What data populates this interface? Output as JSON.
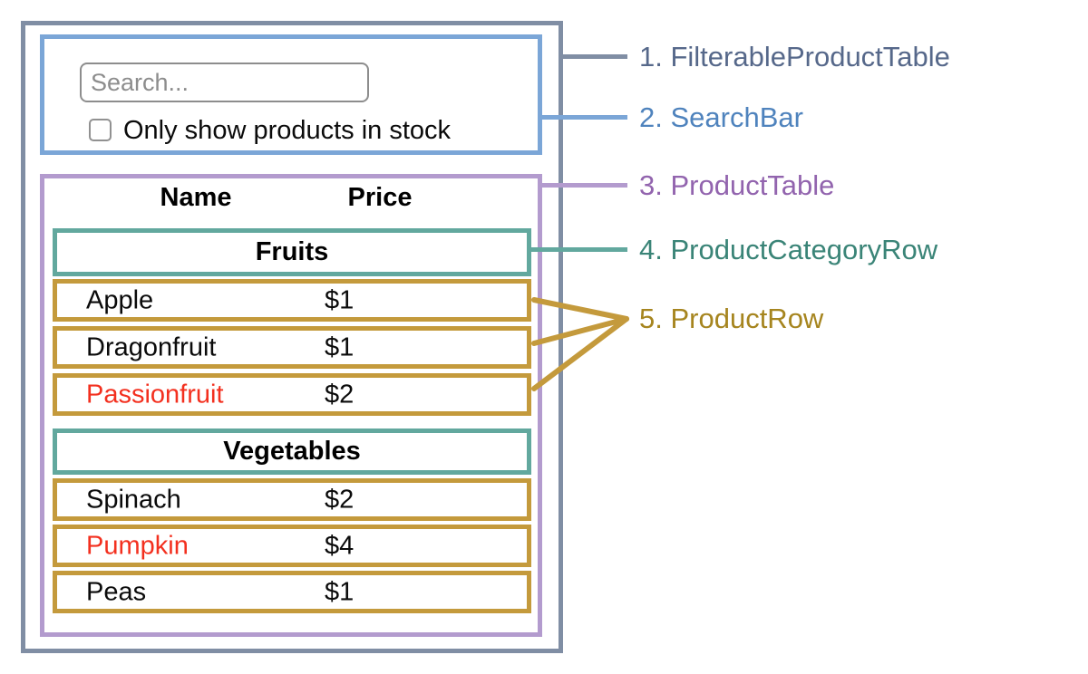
{
  "diagram": {
    "search_bar": {
      "input_placeholder": "Search...",
      "checkbox_label": "Only show products in stock",
      "checkbox_checked": false
    },
    "table": {
      "headers": {
        "name": "Name",
        "price": "Price"
      },
      "sections": [
        {
          "category": "Fruits",
          "rows": [
            {
              "name": "Apple",
              "price": "$1",
              "out_of_stock": false
            },
            {
              "name": "Dragonfruit",
              "price": "$1",
              "out_of_stock": false
            },
            {
              "name": "Passionfruit",
              "price": "$2",
              "out_of_stock": true
            }
          ]
        },
        {
          "category": "Vegetables",
          "rows": [
            {
              "name": "Spinach",
              "price": "$2",
              "out_of_stock": false
            },
            {
              "name": "Pumpkin",
              "price": "$4",
              "out_of_stock": true
            },
            {
              "name": "Peas",
              "price": "$1",
              "out_of_stock": false
            }
          ]
        }
      ]
    },
    "annotations": [
      {
        "label": "1. FilterableProductTable",
        "color": "#56688a"
      },
      {
        "label": "2. SearchBar",
        "color": "#4f83bd"
      },
      {
        "label": "3. ProductTable",
        "color": "#9264ae"
      },
      {
        "label": "4. ProductCategoryRow",
        "color": "#3a8477"
      },
      {
        "label": "5. ProductRow",
        "color": "#a6851f"
      }
    ],
    "colors": {
      "filterable_product_table_border": "#808ea4",
      "search_bar_border": "#7ba6d7",
      "product_table_border": "#b39bce",
      "product_category_row_border": "#62a89e",
      "product_row_border": "#c49a3c",
      "out_of_stock_text": "#f3301f"
    }
  }
}
